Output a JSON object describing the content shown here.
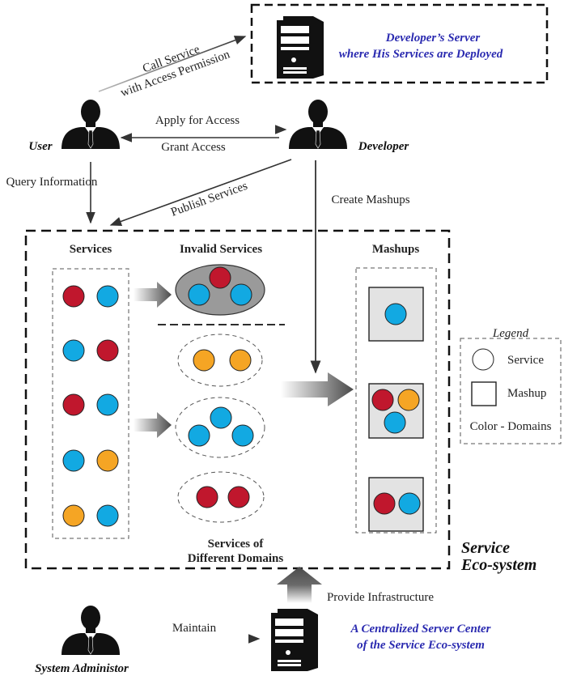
{
  "colors": {
    "red": "#c0172d",
    "blue": "#12a9e2",
    "orange": "#f5a524",
    "gray_fill": "#e3e3e3",
    "invalid_fill": "#9a9a9a",
    "text_blue": "#2a2ab0"
  },
  "developer_server": {
    "line1": "Developer’s Server",
    "line2": "where His Services are Deployed"
  },
  "roles": {
    "user": "User",
    "developer": "Developer",
    "admin": "System Administor"
  },
  "edges": {
    "call_service_1": "Call Service",
    "call_service_2": "with Access Permission",
    "apply_access": "Apply for Access",
    "grant_access": "Grant Access",
    "query_information": "Query Information",
    "publish_services": "Publish Services",
    "create_mashups": "Create Mashups",
    "provide_infrastructure": "Provide Infrastructure",
    "maintain": "Maintain"
  },
  "ecosystem": {
    "label_1": "Service",
    "label_2": "Eco-system",
    "services_header": "Services",
    "invalid_header": "Invalid Services",
    "mashups_header": "Mashups",
    "domains_label_1": "Services of",
    "domains_label_2": "Different Domains"
  },
  "service_rows": [
    [
      "red",
      "blue"
    ],
    [
      "blue",
      "red"
    ],
    [
      "red",
      "blue"
    ],
    [
      "blue",
      "orange"
    ],
    [
      "orange",
      "blue"
    ]
  ],
  "legend": {
    "title": "Legend",
    "service": "Service",
    "mashup": "Mashup",
    "colors": "Color - Domains"
  },
  "server_center": {
    "line1": "A Centralized Server Center",
    "line2": "of the Service Eco-system"
  },
  "icons": [
    "server-icon",
    "person-icon"
  ]
}
